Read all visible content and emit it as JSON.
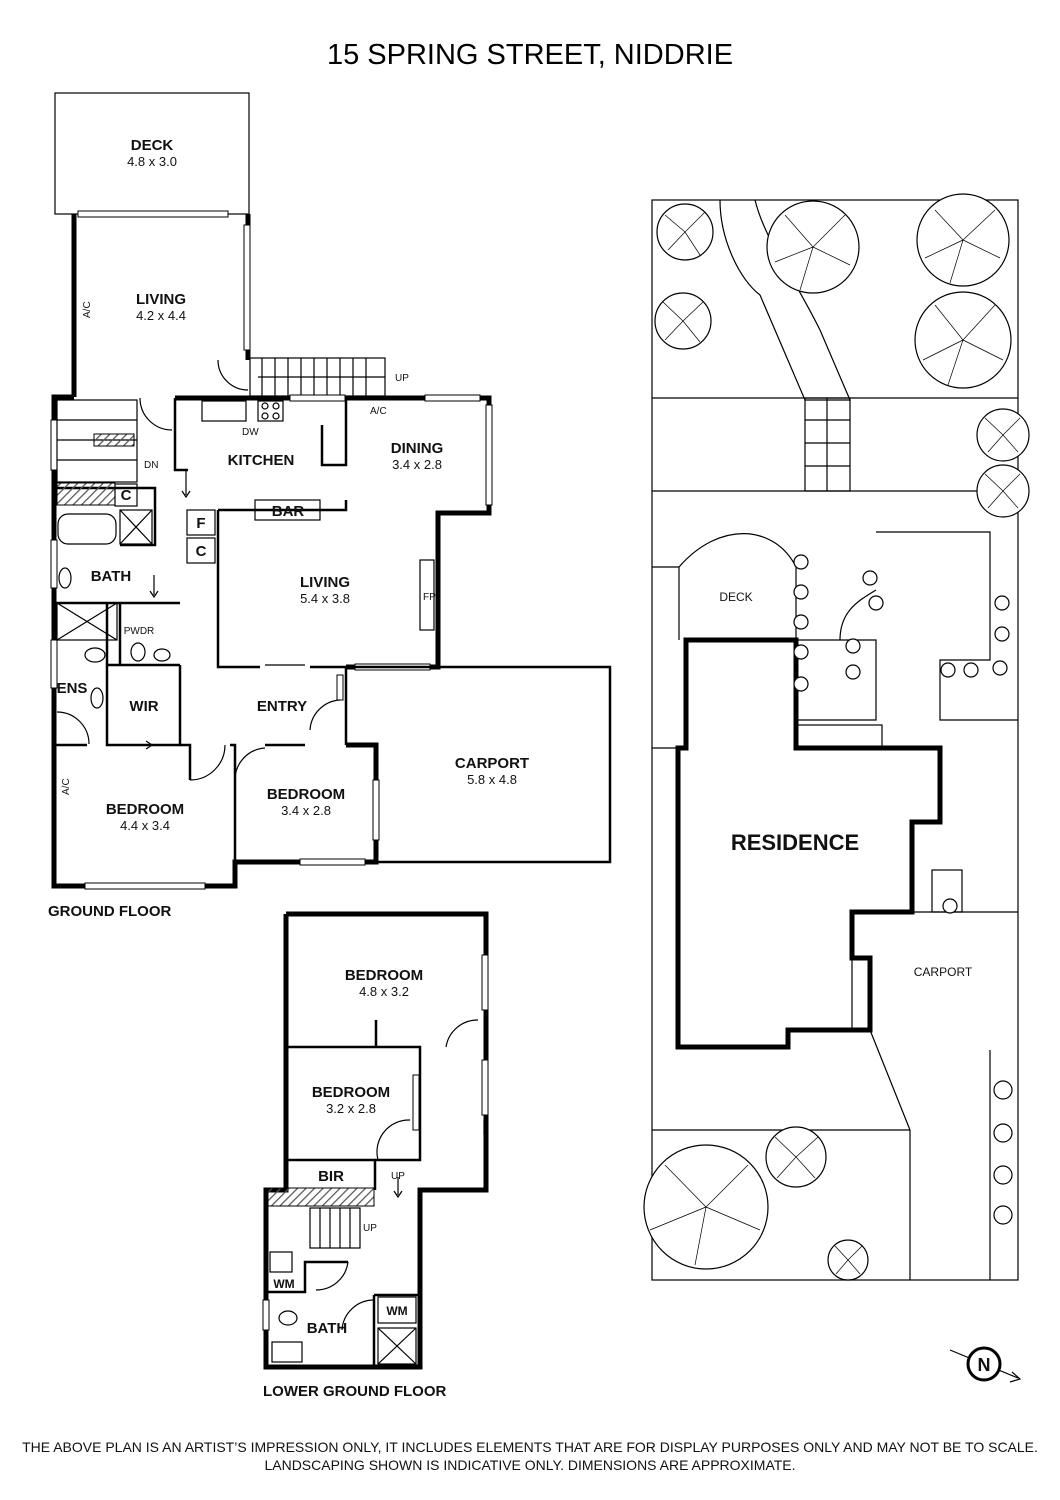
{
  "title": "15 SPRING STREET, NIDDRIE",
  "floors": {
    "ground": "GROUND FLOOR",
    "lower_ground": "LOWER GROUND FLOOR"
  },
  "ground_rooms": {
    "deck": {
      "name": "DECK",
      "dims": "4.8 x 3.0"
    },
    "living_upper": {
      "name": "LIVING",
      "dims": "4.2 x 4.4"
    },
    "kitchen": {
      "name": "KITCHEN"
    },
    "dining": {
      "name": "DINING",
      "dims": "3.4 x 2.8"
    },
    "bar": {
      "name": "BAR"
    },
    "living_main": {
      "name": "LIVING",
      "dims": "5.4 x 3.8"
    },
    "bath": {
      "name": "BATH"
    },
    "pwdr": {
      "name": "PWDR"
    },
    "ens": {
      "name": "ENS"
    },
    "wir": {
      "name": "WIR"
    },
    "entry": {
      "name": "ENTRY"
    },
    "carport": {
      "name": "CARPORT",
      "dims": "5.8 x 4.8"
    },
    "bedroom_main": {
      "name": "BEDROOM",
      "dims": "4.4 x 3.4"
    },
    "bedroom_2": {
      "name": "BEDROOM",
      "dims": "3.4 x 2.8"
    }
  },
  "ground_marks": {
    "ac": "A/C",
    "dn": "DN",
    "up": "UP",
    "dw": "DW",
    "fp": "FP",
    "fridge": "F",
    "cupboard": "C"
  },
  "lower_rooms": {
    "bedroom_1": {
      "name": "BEDROOM",
      "dims": "4.8 x 3.2"
    },
    "bedroom_2": {
      "name": "BEDROOM",
      "dims": "3.2 x 2.8"
    },
    "bir": {
      "name": "BIR"
    },
    "wm": "WM",
    "bath": {
      "name": "BATH"
    },
    "up": "UP"
  },
  "site": {
    "residence": "RESIDENCE",
    "deck": "DECK",
    "carport": "CARPORT"
  },
  "north": "N",
  "disclaimer": [
    "THE ABOVE PLAN IS AN ARTIST’S IMPRESSION ONLY, IT INCLUDES ELEMENTS THAT ARE FOR DISPLAY PURPOSES ONLY AND MAY NOT BE TO SCALE.",
    "LANDSCAPING SHOWN IS INDICATIVE ONLY. DIMENSIONS ARE APPROXIMATE."
  ]
}
